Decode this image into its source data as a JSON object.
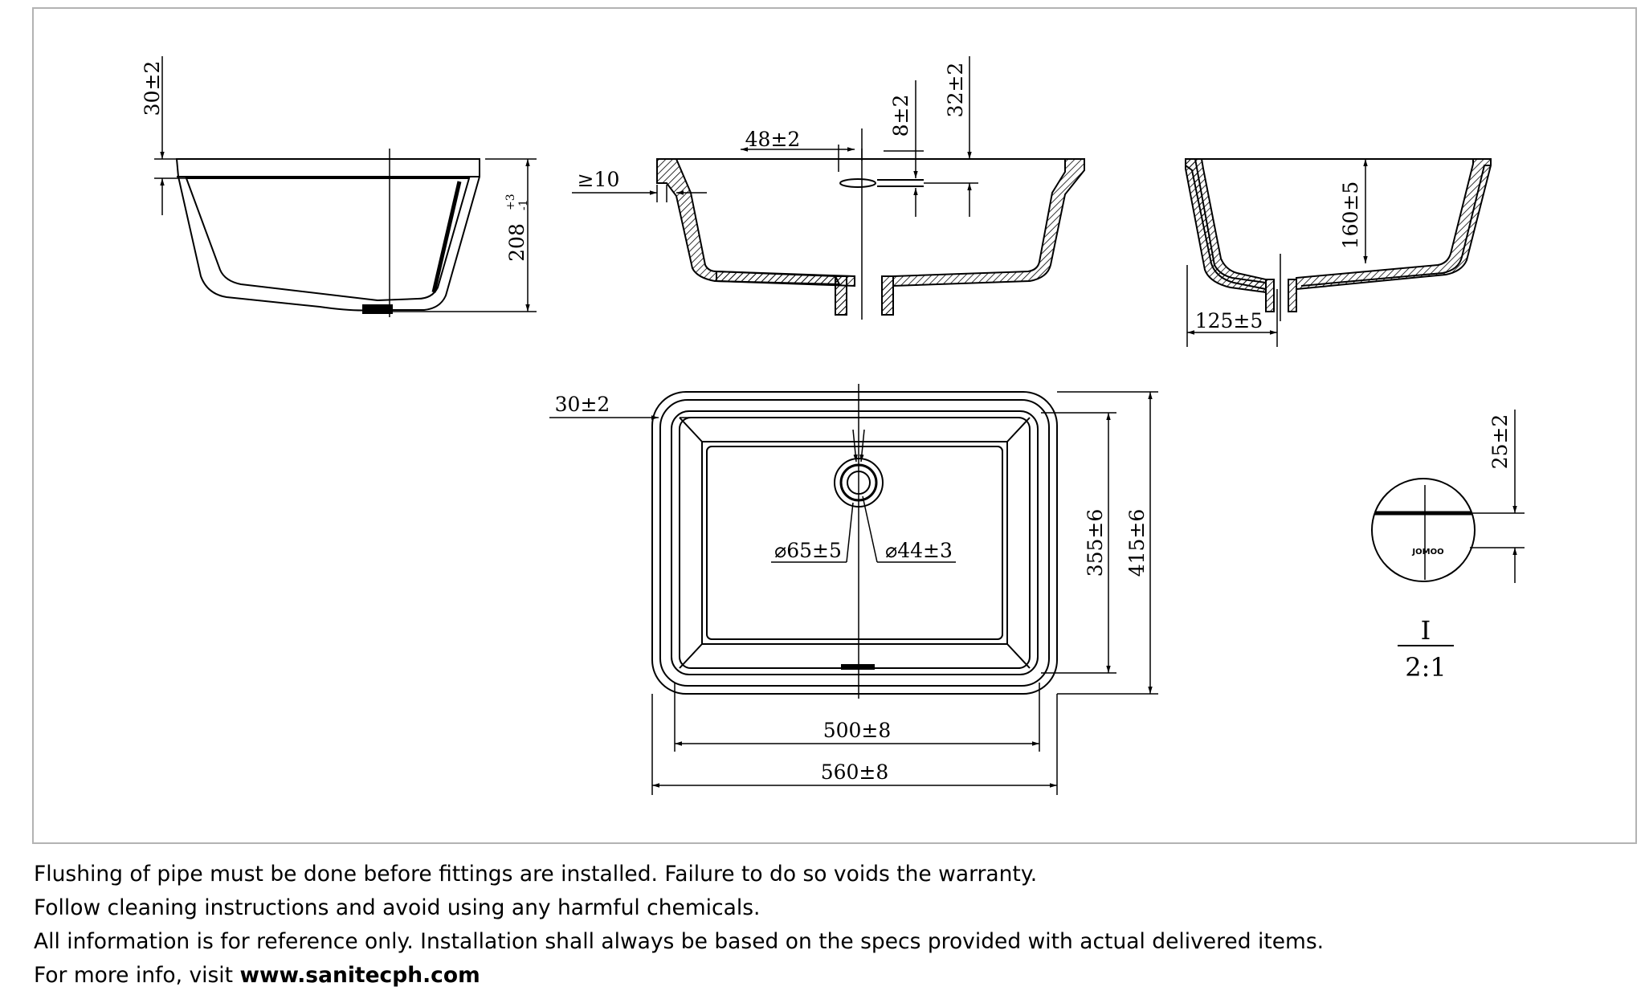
{
  "dimensions": {
    "side_left": {
      "rim_thickness": "30±2",
      "depth": "208",
      "depth_tol_upper": "+3",
      "depth_tol_lower": "-1"
    },
    "front": {
      "overflow_offset": "48±2",
      "overflow_height": "8±2",
      "rim_thickness": "32±2",
      "min_distance": "≥10"
    },
    "side_right": {
      "inner_depth": "160±5",
      "drain_offset": "125±5"
    },
    "top": {
      "rim_thickness": "30±2",
      "drain_outer_dia": "⌀65±5",
      "drain_inner_dia": "⌀44±3",
      "inner_length": "355±6",
      "outer_length": "415±6",
      "inner_width": "500±8",
      "outer_width": "560±8"
    },
    "detail": {
      "thickness": "25±2",
      "label": "I",
      "scale": "2:1",
      "logo_text": "JOMOO"
    }
  },
  "notes": {
    "line1": "Flushing of pipe must be done before fittings are installed. Failure to do so voids the warranty.",
    "line2": "Follow cleaning instructions and avoid using any harmful chemicals.",
    "line3": "All information is for reference only. Installation shall always be based on the specs provided with actual delivered items.",
    "line4_prefix": "For more info, visit ",
    "line4_link": "www.sanitecph.com"
  }
}
